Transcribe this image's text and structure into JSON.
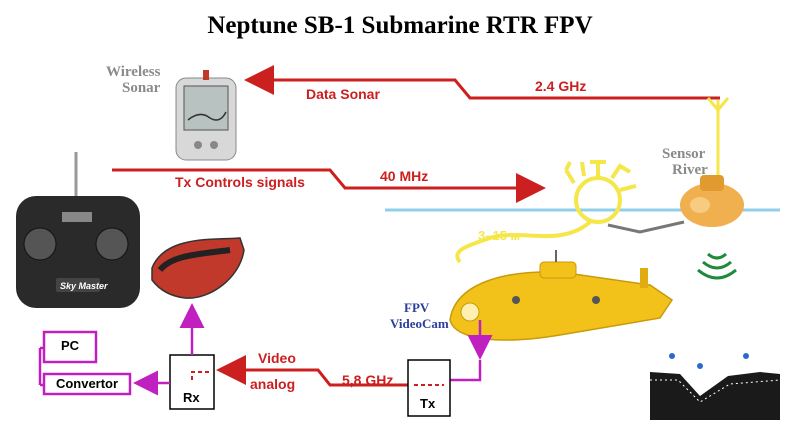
{
  "title": "Neptune SB-1 Submarine RTR FPV",
  "labels": {
    "wireless_sonar_1": "Wireless",
    "wireless_sonar_2": "Sonar",
    "data_sonar": "Data Sonar",
    "freq_24": "2.4 GHz",
    "tx_controls": "Tx Controls signals",
    "freq_40": "40 MHz",
    "sensor_1": "Sensor",
    "sensor_2": "River",
    "depth": "3–15 м",
    "fpv_1": "FPV",
    "fpv_2": "VideoCam",
    "video_1": "Video",
    "video_2": "analog",
    "freq_58": "5,8 GHz",
    "rx": "Rx",
    "tx": "Tx",
    "pc": "PC",
    "convertor": "Convertor"
  },
  "device_labels": {
    "controller_brand": "Sky Master"
  },
  "colors": {
    "signal_red": "#cc1f1f",
    "video_magenta": "#c020c0",
    "sub_yellow": "#f2c21a",
    "antenna_yellow": "#f5e64a",
    "water_line": "#8fd0e8",
    "sensor_orange": "#f0b050"
  }
}
